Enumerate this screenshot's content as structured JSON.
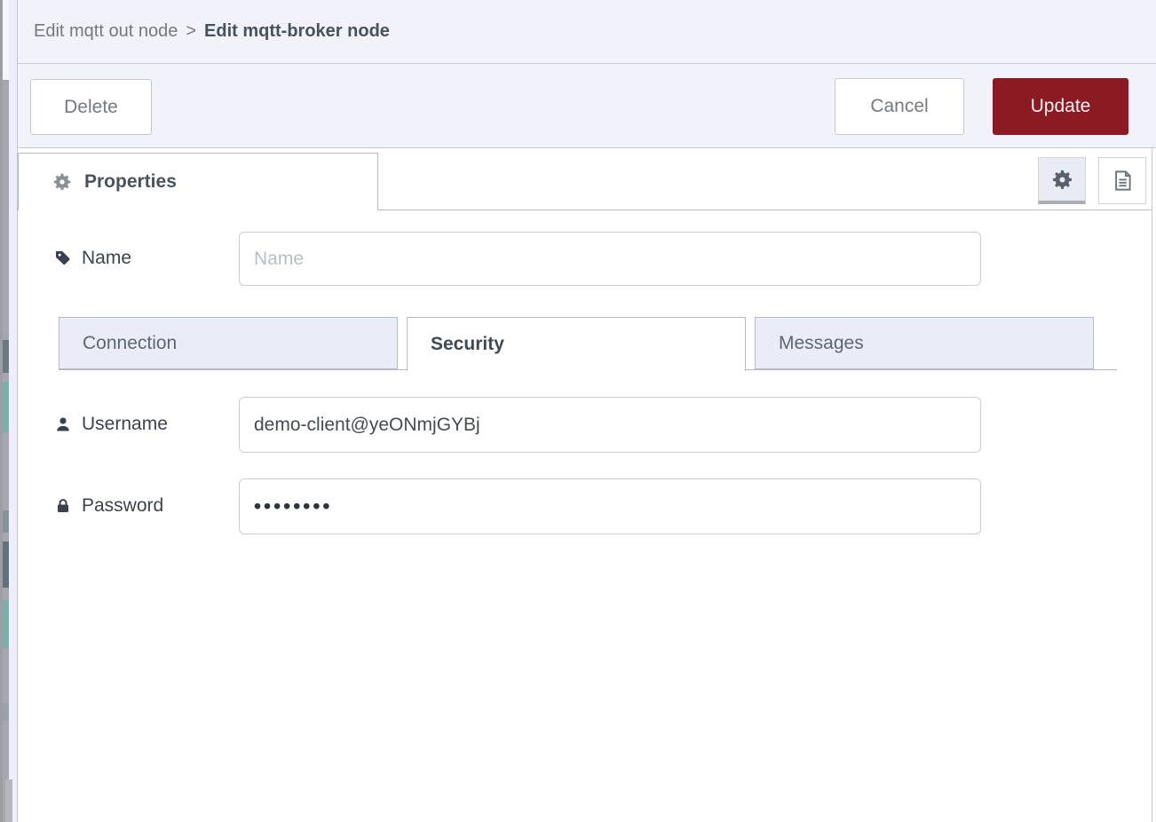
{
  "header": {
    "breadcrumb_parent": "Edit mqtt out node",
    "breadcrumb_separator": ">",
    "title": "Edit mqtt-broker node"
  },
  "toolbar": {
    "delete_label": "Delete",
    "cancel_label": "Cancel",
    "update_label": "Update"
  },
  "editor_tabs": {
    "properties_label": "Properties"
  },
  "icons": {
    "properties_tab": "gear-icon",
    "toolbar_right": [
      "gear-icon",
      "document-icon"
    ],
    "name_row": "tag-icon",
    "username_row": "user-icon",
    "password_row": "lock-icon"
  },
  "form": {
    "name": {
      "label": "Name",
      "placeholder": "Name",
      "value": ""
    },
    "tabs": [
      {
        "label": "Connection",
        "active": false
      },
      {
        "label": "Security",
        "active": true
      },
      {
        "label": "Messages",
        "active": false
      }
    ],
    "username": {
      "label": "Username",
      "value": "demo-client@yeONmjGYBj"
    },
    "password": {
      "label": "Password",
      "value": "••••••••",
      "masked_char_count": 8
    }
  },
  "colors": {
    "update_button_bg": "#8b1a22",
    "panel_bg": "#f1f2fa",
    "inactive_tab_bg": "#eaedf8",
    "border": "#bfc0ca",
    "palette_teal": "#74b2aa"
  }
}
